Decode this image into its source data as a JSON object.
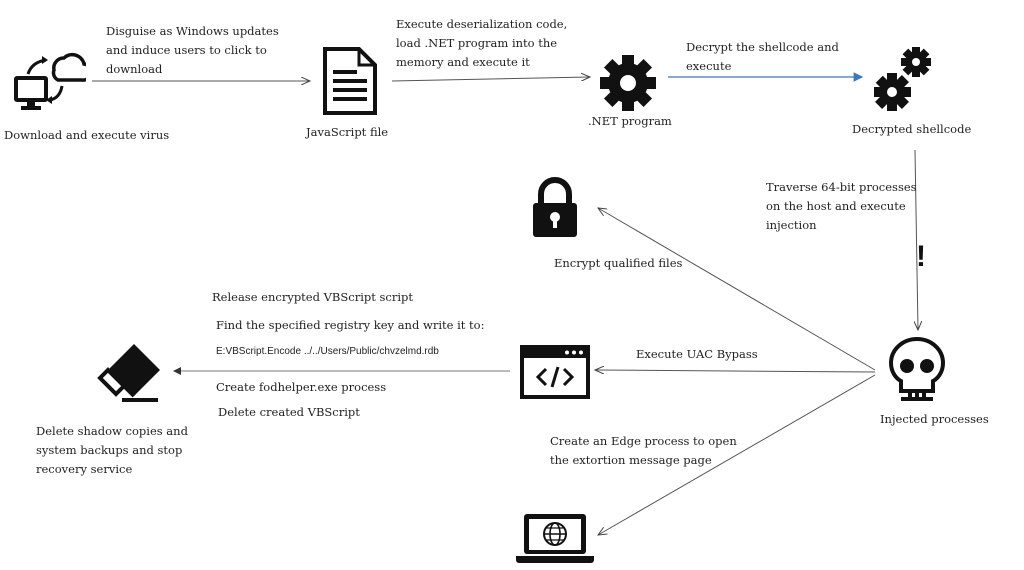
{
  "nodes": {
    "download": "Download and execute virus",
    "javascript": "JavaScript file",
    "dotnet": ".NET program",
    "shellcode": "Decrypted shellcode",
    "injected": "Injected processes",
    "encrypt": "Encrypt qualified files",
    "delete": [
      "Delete shadow copies and",
      "system backups and stop",
      "recovery service"
    ]
  },
  "edges": {
    "disguise": [
      "Disguise as Windows updates",
      "and induce users to click to",
      "download"
    ],
    "deserialize": [
      "Execute deserialization code,",
      "load .NET program into the",
      "memory and execute it"
    ],
    "decrypt": [
      "Decrypt the shellcode and",
      "execute"
    ],
    "traverse": [
      "Traverse 64-bit processes",
      "on the host and execute",
      "injection"
    ],
    "uac": "Execute UAC Bypass",
    "edge": [
      "Create an Edge process to open",
      "the extortion message page"
    ],
    "vbs_release": "Release encrypted VBScript script",
    "vbs_find": "Find the specified registry key and write it to:",
    "vbs_path": "E:VBScript.Encode ../../Users/Public/chvzelmd.rdb",
    "vbs_create": "Create fodhelper.exe process",
    "vbs_delete": "Delete created VBScript"
  },
  "marker": "!",
  "colors": {
    "blue_arrow": "#3a78c2",
    "line": "#555555",
    "icon": "#111111"
  }
}
